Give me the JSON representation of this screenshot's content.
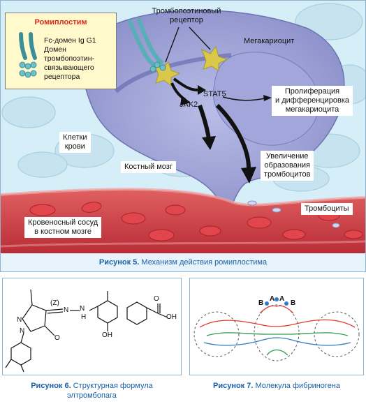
{
  "figure5": {
    "inset": {
      "title": "Ромиплостим",
      "fc_domain": "Fc-домен Ig G1",
      "binding_domain_line1": "Домен",
      "binding_domain_line2": "тромбопоэтин-",
      "binding_domain_line3": "связывающего",
      "binding_domain_line4": "рецептора"
    },
    "receptor_line1": "Тромбопоэтиновый",
    "receptor_line2": "рецептор",
    "megakaryocyte": "Мегакариоцит",
    "stat5": "STAT5",
    "jak2": "JAK2",
    "proliferation_line1": "Пролиферация",
    "proliferation_line2": "и дифференцировка",
    "proliferation_line3": "мегакариоцита",
    "blood_cells_line1": "Клетки",
    "blood_cells_line2": "крови",
    "bone_marrow": "Костный мозг",
    "platelet_increase_line1": "Увеличение",
    "platelet_increase_line2": "образования",
    "platelet_increase_line3": "тромбоцитов",
    "platelets": "Тромбоциты",
    "vessel_line1": "Кровеносный сосуд",
    "vessel_line2": "в костном мозге",
    "caption_number": "Рисунок 5.",
    "caption_text": "Механизм действия ромиплостима"
  },
  "figure6": {
    "caption_number": "Рисунок 6.",
    "caption_text_line1": "Структурная формула",
    "caption_text_line2": "элтромбопага",
    "labels": {
      "z": "(Z)",
      "n1": "N",
      "n2": "N",
      "n3": "N",
      "nh": "H",
      "n4": "N",
      "o": "O",
      "oh": "OH",
      "oh2": "OH",
      "o2": "O"
    }
  },
  "figure7": {
    "caption_number": "Рисунок 7.",
    "caption_text": "Молекула фибриногена",
    "labels": {
      "a1": "A",
      "a2": "A",
      "b1": "B",
      "b2": "B"
    }
  },
  "colors": {
    "caption_blue": "#1b5fa8",
    "romiplostim_red": "#e1251b",
    "receptor_yellow": "#d9c84a",
    "vessel_red": "#c8323c",
    "cell_purple": "#8d8fc8",
    "fibrinogen_red": "#e03a30",
    "fibrinogen_green": "#2f9a4a",
    "fibrinogen_blue": "#2c7bc8"
  }
}
